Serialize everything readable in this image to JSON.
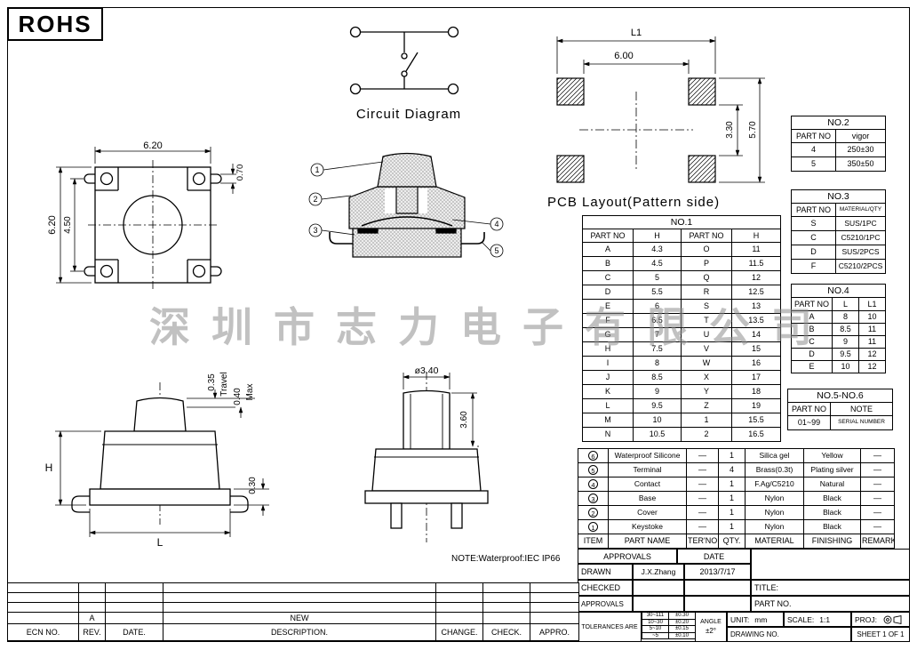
{
  "rohs": "ROHS",
  "watermark": "深圳市志力电子有限公司",
  "note": "NOTE:Waterproof:IEC IP66",
  "circuit": {
    "label": "Circuit Diagram"
  },
  "pcb": {
    "label": "PCB Layout(Pattern side)",
    "dims": {
      "l1": "L1",
      "pitch": "6.00",
      "inner": "3.30",
      "outer": "5.70"
    }
  },
  "front": {
    "dims": {
      "width": "6.20",
      "height": "6.20",
      "span": "4.50",
      "pin": "0.70"
    }
  },
  "section": {
    "callouts": [
      "1",
      "2",
      "3",
      "4",
      "5"
    ]
  },
  "side": {
    "dims": {
      "h": "H",
      "l": "L",
      "travel_val": "0.35",
      "travel_word": "Travel",
      "max_val": "0.40",
      "max_word": "Max",
      "base": "0.30"
    }
  },
  "side2": {
    "dims": {
      "dia": "ø3.40",
      "height": "3.60"
    }
  },
  "no1": {
    "title": "NO.1",
    "headers": [
      "PART NO",
      "H",
      "PART NO",
      "H"
    ],
    "rows": [
      [
        "A",
        "4.3",
        "O",
        "11"
      ],
      [
        "B",
        "4.5",
        "P",
        "11.5"
      ],
      [
        "C",
        "5",
        "Q",
        "12"
      ],
      [
        "D",
        "5.5",
        "R",
        "12.5"
      ],
      [
        "E",
        "6",
        "S",
        "13"
      ],
      [
        "F",
        "6.5",
        "T",
        "13.5"
      ],
      [
        "G",
        "7",
        "U",
        "14"
      ],
      [
        "H",
        "7.5",
        "V",
        "15"
      ],
      [
        "I",
        "8",
        "W",
        "16"
      ],
      [
        "J",
        "8.5",
        "X",
        "17"
      ],
      [
        "K",
        "9",
        "Y",
        "18"
      ],
      [
        "L",
        "9.5",
        "Z",
        "19"
      ],
      [
        "M",
        "10",
        "1",
        "15.5"
      ],
      [
        "N",
        "10.5",
        "2",
        "16.5"
      ]
    ]
  },
  "no2": {
    "title": "NO.2",
    "headers": [
      "PART NO",
      "vigor"
    ],
    "rows": [
      [
        "4",
        "250±30"
      ],
      [
        "5",
        "350±50"
      ]
    ]
  },
  "no3": {
    "title": "NO.3",
    "headers": [
      "PART NO",
      "MATERIAL/QTY"
    ],
    "rows": [
      [
        "S",
        "SUS/1PC"
      ],
      [
        "C",
        "C5210/1PC"
      ],
      [
        "D",
        "SUS/2PCS"
      ],
      [
        "F",
        "C5210/2PCS"
      ]
    ]
  },
  "no4": {
    "title": "NO.4",
    "headers": [
      "PART NO",
      "L",
      "L1"
    ],
    "rows": [
      [
        "A",
        "8",
        "10"
      ],
      [
        "B",
        "8.5",
        "11"
      ],
      [
        "C",
        "9",
        "11"
      ],
      [
        "D",
        "9.5",
        "12"
      ],
      [
        "E",
        "10",
        "12"
      ]
    ]
  },
  "no56": {
    "title": "NO.5-NO.6",
    "headers": [
      "PART NO",
      "NOTE"
    ],
    "rows": [
      [
        "01~99",
        "SERIAL NUMBER"
      ]
    ]
  },
  "bom": {
    "rows": [
      [
        "6",
        "Waterproof Silicone",
        "—",
        "1",
        "Silica gel",
        "Yellow",
        "—"
      ],
      [
        "5",
        "Terminal",
        "—",
        "4",
        "Brass(0.3t)",
        "Plating silver",
        "—"
      ],
      [
        "4",
        "Contact",
        "—",
        "1",
        "F.Ag/C5210",
        "Natural",
        "—"
      ],
      [
        "3",
        "Base",
        "—",
        "1",
        "Nylon",
        "Black",
        "—"
      ],
      [
        "2",
        "Cover",
        "—",
        "1",
        "Nylon",
        "Black",
        "—"
      ],
      [
        "1",
        "Keystoke",
        "—",
        "1",
        "Nylon",
        "Black",
        "—"
      ]
    ],
    "footer": [
      "ITEM",
      "PART NAME",
      "TER'NO.",
      "QTY.",
      "MATERIAL",
      "FINISHING",
      "REMARK"
    ]
  },
  "tb": {
    "approvals": "APPROVALS",
    "date": "DATE",
    "drawn": "DRAWN",
    "drawn_name": "J.X.Zhang",
    "drawn_date": "2013/7/17",
    "checked": "CHECKED",
    "approvals2": "APPROVALS",
    "tolerances": "TOLERANCES ARE",
    "tol": [
      [
        "30~111",
        "±0.30"
      ],
      [
        "10~30",
        "±0.20"
      ],
      [
        "5~10",
        "±0.15"
      ],
      [
        "~5",
        "±0.10"
      ]
    ],
    "angle": "ANGLE",
    "angle_value": "±2°",
    "unit_label": "UNIT:",
    "unit_value": "mm",
    "scale_label": "SCALE:",
    "scale_value": "1:1",
    "proj_label": "PROJ:",
    "title_label": "TITLE:",
    "part_no_label": "PART NO.",
    "drawing_no_label": "DRAWING NO.",
    "sheet": "SHEET 1 OF 1"
  },
  "rev": {
    "headers": [
      "ECN NO.",
      "REV.",
      "DATE.",
      "DESCRIPTION.",
      "CHANGE.",
      "CHECK.",
      "APPRO."
    ],
    "entry": {
      "rev": "A",
      "description": "NEW"
    }
  }
}
